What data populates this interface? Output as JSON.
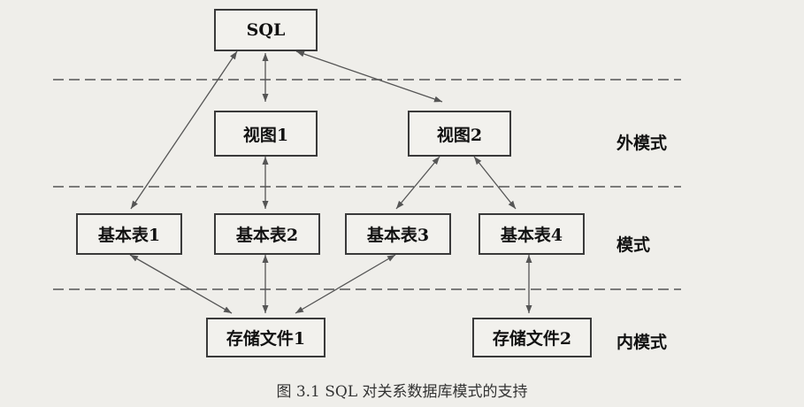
{
  "nodes": {
    "sql": "SQL",
    "view1": "视图1",
    "view2": "视图2",
    "table1": "基本表1",
    "table2": "基本表2",
    "table3": "基本表3",
    "table4": "基本表4",
    "file1": "存储文件1",
    "file2": "存储文件2"
  },
  "levels": {
    "external": "外模式",
    "conceptual": "模式",
    "internal": "内模式"
  },
  "caption": "图 3.1    SQL 对关系数据库模式的支持"
}
